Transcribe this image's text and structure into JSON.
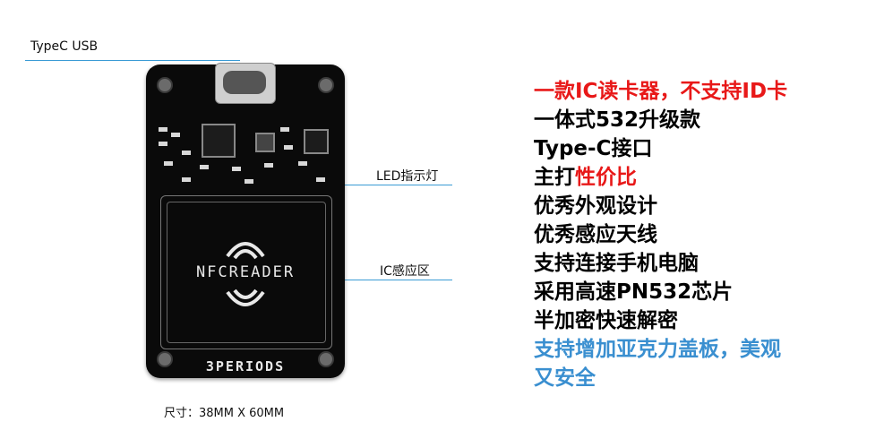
{
  "callouts": {
    "usb": "TypeC USB",
    "led": "LED指示灯",
    "ic": "IC感应区"
  },
  "board": {
    "label_top": "NFCREADER",
    "label_bottom": "3PERIODS"
  },
  "size_label": "尺寸：38MM X 60MM",
  "features": {
    "f1": "一款IC读卡器，不支持ID卡",
    "f2": "一体式532升级款",
    "f3": "Type-C接口",
    "f4a": "主打",
    "f4b": "性价比",
    "f5": "优秀外观设计",
    "f6": "优秀感应天线",
    "f7": "支持连接手机电脑",
    "f8": "采用高速PN532芯片",
    "f9": "半加密快速解密",
    "f10a": "支持增加亚克力盖板，美观",
    "f10b": "又安全"
  },
  "colors": {
    "red": "#e81818",
    "blue": "#3a8fd0",
    "callout_line": "#3a9bd5"
  }
}
